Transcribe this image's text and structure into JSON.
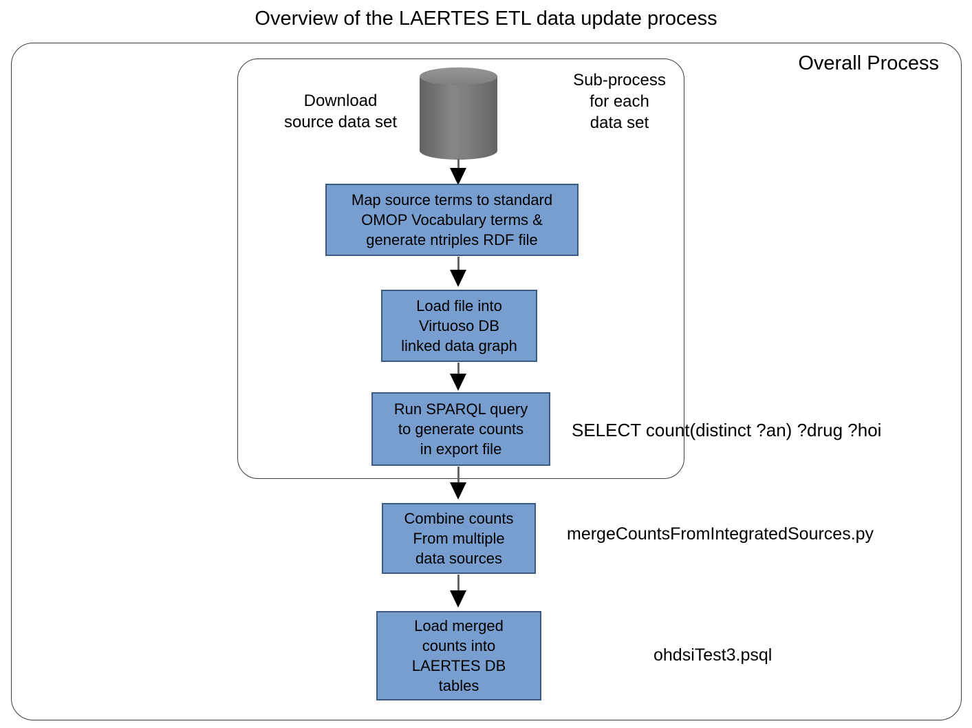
{
  "title": "Overview of the LAERTES ETL data update process",
  "overall_process": {
    "label": "Overall Process"
  },
  "sub_process": {
    "label": "Sub-process\nfor each\ndata set"
  },
  "datastore": {
    "label": "Download\nsource data set"
  },
  "steps": [
    {
      "id": "map-terms",
      "text": "Map source terms to standard\nOMOP Vocabulary terms &\ngenerate ntriples RDF file"
    },
    {
      "id": "load-virtuoso",
      "text": "Load file into\nVirtuoso DB\nlinked data graph"
    },
    {
      "id": "run-sparql",
      "text": "Run SPARQL query\nto generate counts\nin export file",
      "annotation": "SELECT count(distinct ?an) ?drug ?hoi"
    },
    {
      "id": "combine-counts",
      "text": "Combine counts\nFrom multiple\ndata sources",
      "annotation": "mergeCountsFromIntegratedSources.py"
    },
    {
      "id": "load-merged",
      "text": "Load merged\ncounts into\nLAERTES DB\ntables",
      "annotation": "ohdsiTest3.psql"
    }
  ],
  "colors": {
    "step_box_fill": "#779ECE",
    "step_box_border": "#3B5A82",
    "frame_border": "#3a3a3a",
    "arrow_shaft": "#666666",
    "arrow_head": "#000000",
    "cylinder_gray": "#7e7e7e",
    "background": "#ffffff"
  }
}
